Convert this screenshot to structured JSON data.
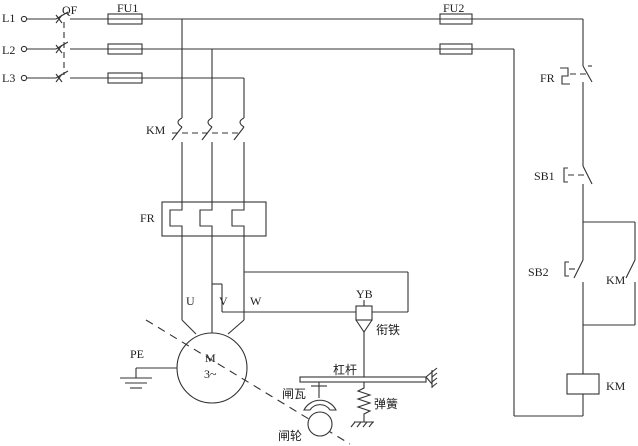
{
  "labels": {
    "l1": "L1",
    "l2": "L2",
    "l3": "L3",
    "qf": "QF",
    "fu1": "FU1",
    "fu2": "FU2",
    "km_main": "KM",
    "fr_heater": "FR",
    "u": "U",
    "v": "V",
    "w": "W",
    "pe": "PE",
    "motor_m": "M",
    "motor_phase": "3~",
    "yb": "YB",
    "armature": "衔铁",
    "lever": "杠杆",
    "brake_shoe": "闸瓦",
    "spring": "弹簧",
    "brake_wheel": "闸轮",
    "fr_contact": "FR",
    "sb1": "SB1",
    "sb2": "SB2",
    "km_aux": "KM",
    "km_coil": "KM"
  }
}
